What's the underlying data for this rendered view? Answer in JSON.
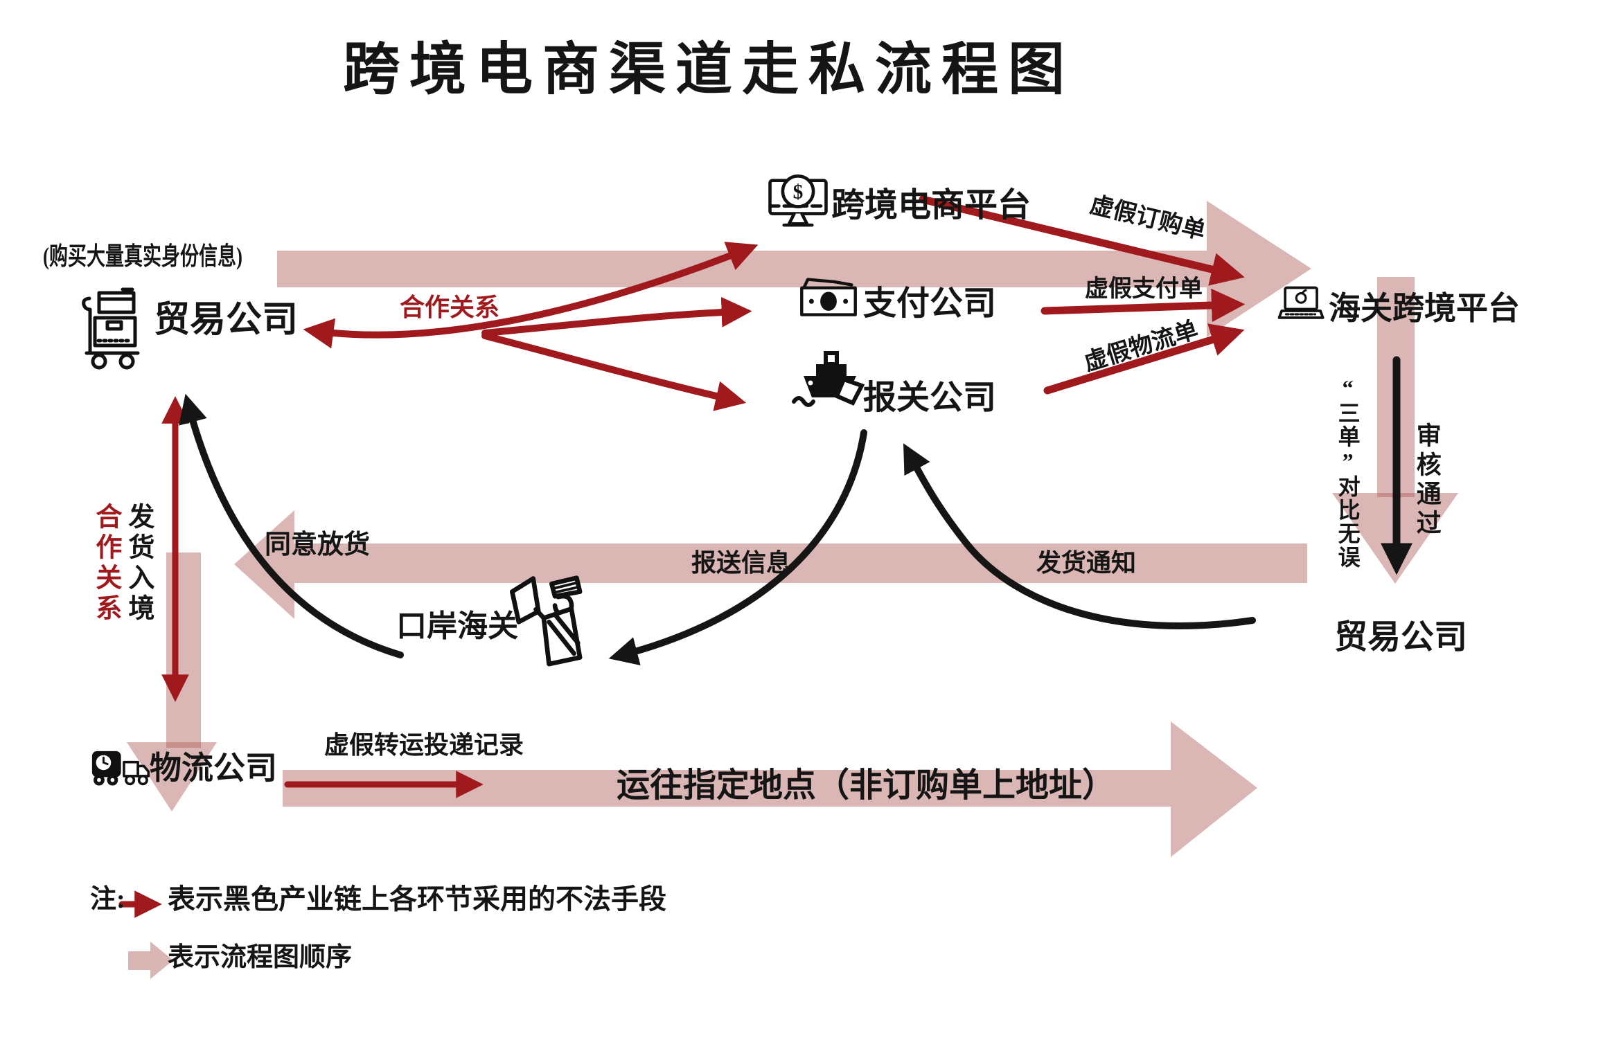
{
  "title": "跨境电商渠道走私流程图",
  "nodes": {
    "trade_company_top": {
      "note": "(购买大量真实身份信息)",
      "label": "贸易公司"
    },
    "ecommerce_platform": {
      "label": "跨境电商平台"
    },
    "payment_company": {
      "label": "支付公司"
    },
    "customs_broker": {
      "label": "报关公司"
    },
    "customs_platform": {
      "label": "海关跨境平台"
    },
    "trade_company_overseas": {
      "label": "贸易公司"
    },
    "port_customs": {
      "label": "口岸海关"
    },
    "logistics_company": {
      "label": "物流公司"
    },
    "destination": {
      "label": "运往指定地点（非订购单上地址）"
    }
  },
  "edges": {
    "cooperation_top": "合作关系",
    "fake_order": "虚假订购单",
    "fake_payment": "虚假支付单",
    "fake_logistics": "虚假物流单",
    "three_docs_ok": "“三单”对比无误",
    "review_passed": "审核通过",
    "release_goods": "同意放货",
    "report_info": "报送信息",
    "shipping_notice": "发货通知",
    "cooperation_left": "合作关系",
    "ship_entry": "发货入境",
    "fake_transfer_record": "虚假转运投递记录"
  },
  "legend": {
    "note_label": "注:",
    "illegal_means": "表示黑色产业链上各环节采用的不法手段",
    "flow_order": "表示流程图顺序"
  },
  "icons": {
    "dollar_glyph": "$",
    "list": [
      "cart-icon",
      "monitor-dollar-icon",
      "banknote-icon",
      "ship-icon",
      "laptop-icon",
      "customs-officer-icon",
      "truck-clock-icon"
    ]
  },
  "colors": {
    "dark_red": "#a0191c",
    "pink_band": "#d9b5b3",
    "black": "#151515"
  }
}
